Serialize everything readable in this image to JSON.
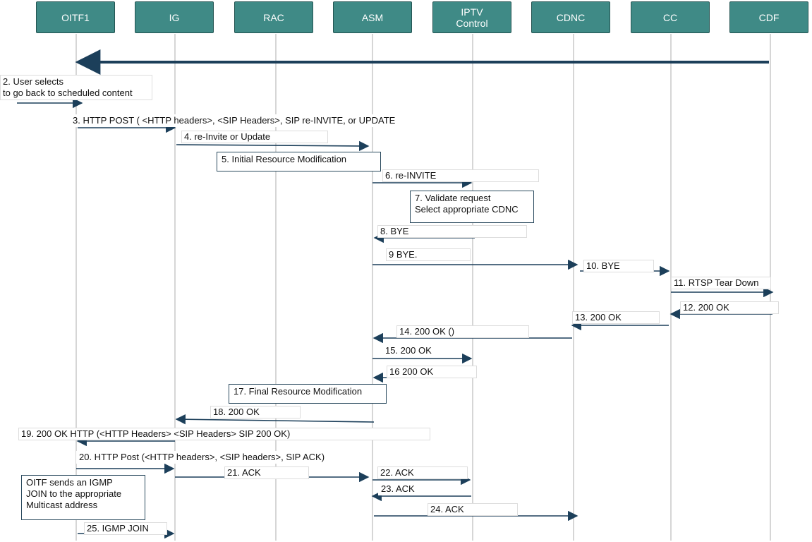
{
  "colors": {
    "header_fill": "#3f8a86",
    "header_border": "#245452",
    "arrow": "#1c3f5a",
    "lifeline": "#c8c8c8"
  },
  "entities": [
    "OITF1",
    "IG",
    "RAC",
    "ASM",
    "IPTV\nControl",
    "CDNC",
    "CC",
    "CDF"
  ],
  "messages": [
    "2. User selects\nto go  back to scheduled content",
    "3. HTTP POST ( <HTTP headers>, <SIP Headers>, SIP re-INVITE, or UPDATE",
    "4. re-Invite or Update",
    "6. re-INVITE",
    "8. BYE",
    "9 BYE.",
    "10. BYE",
    "11. RTSP Tear Down",
    "12. 200 OK",
    "13. 200 OK",
    "14. 200 OK ()",
    "15. 200 OK",
    "16 200 OK",
    "18. 200 OK",
    "19. 200 OK HTTP (<HTTP Headers> <SIP Headers> SIP 200 OK)",
    "20. HTTP Post  (<HTTP headers>, <SIP headers>, SIP ACK)",
    "21. ACK",
    "22. ACK",
    "23. ACK",
    "24. ACK",
    "25. IGMP JOIN"
  ],
  "notes": [
    "5. Initial Resource Modification",
    "7. Validate request\nSelect appropriate CDNC",
    "17. Final Resource Modification",
    "OITF sends an IGMP\nJOIN to the appropriate\nMulticast address"
  ]
}
